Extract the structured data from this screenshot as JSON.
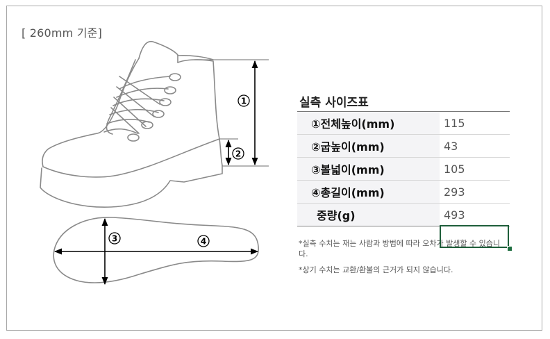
{
  "basis_label": "[ 260mm 기준]",
  "diagram": {
    "markers": {
      "total_height": "①",
      "heel_height": "②",
      "ball_width": "③",
      "total_length": "④"
    },
    "colors": {
      "outline": "#8a8a8a",
      "arrow": "#000000"
    }
  },
  "size_table": {
    "title": "실측 사이즈표",
    "rows": [
      {
        "label": "①전체높이(mm)",
        "value": "115"
      },
      {
        "label": "②굽높이(mm)",
        "value": "43"
      },
      {
        "label": "③볼넓이(mm)",
        "value": "105"
      },
      {
        "label": "④총길이(mm)",
        "value": "293"
      },
      {
        "label": "중량(g)",
        "value": "493"
      }
    ]
  },
  "notes": [
    "*실측 수치는 재는 사람과 방법에 따라 오차가 발생할 수 있습니다.",
    "*상기 수치는 교환/환불의 근거가 되지 않습니다."
  ],
  "selection": {
    "color": "#1e5e3a"
  }
}
